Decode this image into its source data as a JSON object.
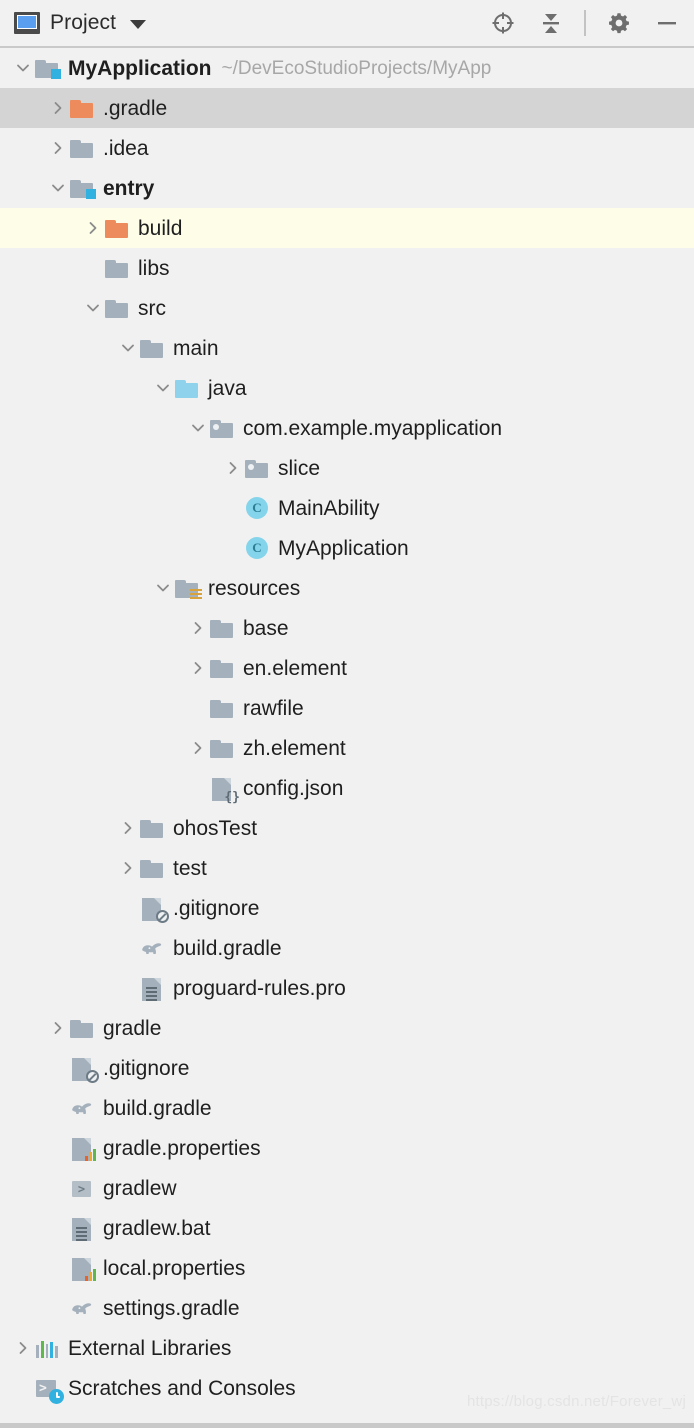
{
  "window": {
    "title": "Project",
    "title_icon": "project-window-icon",
    "dropdown_icon": "chevron-down-icon",
    "toolbar_buttons": [
      {
        "name": "select-opened-file-icon",
        "label": "Select Opened File"
      },
      {
        "name": "collapse-all-icon",
        "label": "Collapse All"
      },
      {
        "name": "settings-gear-icon",
        "label": "Settings"
      },
      {
        "name": "hide-icon",
        "label": "Hide"
      }
    ]
  },
  "tree": [
    {
      "indent": 0,
      "arrow": "down",
      "icon": "module-folder-icon",
      "label": "MyApplication",
      "bold": true,
      "path": "~/DevEcoStudioProjects/MyApp",
      "state": "none"
    },
    {
      "indent": 1,
      "arrow": "right",
      "icon": "folder-orange-icon",
      "label": ".gradle",
      "bold": false,
      "path": "",
      "state": "selected-gray"
    },
    {
      "indent": 1,
      "arrow": "right",
      "icon": "folder-icon",
      "label": ".idea",
      "bold": false,
      "path": "",
      "state": "none"
    },
    {
      "indent": 1,
      "arrow": "down",
      "icon": "module-folder-icon",
      "label": "entry",
      "bold": true,
      "path": "",
      "state": "none"
    },
    {
      "indent": 2,
      "arrow": "right",
      "icon": "folder-orange-icon",
      "label": "build",
      "bold": false,
      "path": "",
      "state": "highlight-yellow"
    },
    {
      "indent": 2,
      "arrow": "none",
      "icon": "folder-icon",
      "label": "libs",
      "bold": false,
      "path": "",
      "state": "none"
    },
    {
      "indent": 2,
      "arrow": "down",
      "icon": "folder-icon",
      "label": "src",
      "bold": false,
      "path": "",
      "state": "none"
    },
    {
      "indent": 3,
      "arrow": "down",
      "icon": "folder-icon",
      "label": "main",
      "bold": false,
      "path": "",
      "state": "none"
    },
    {
      "indent": 4,
      "arrow": "down",
      "icon": "folder-source-icon",
      "label": "java",
      "bold": false,
      "path": "",
      "state": "none"
    },
    {
      "indent": 5,
      "arrow": "down",
      "icon": "package-folder-icon",
      "label": "com.example.myapplication",
      "bold": false,
      "path": "",
      "state": "none"
    },
    {
      "indent": 6,
      "arrow": "right",
      "icon": "package-folder-icon",
      "label": "slice",
      "bold": false,
      "path": "",
      "state": "none"
    },
    {
      "indent": 6,
      "arrow": "none",
      "icon": "java-class-icon",
      "label": "MainAbility",
      "bold": false,
      "path": "",
      "state": "none"
    },
    {
      "indent": 6,
      "arrow": "none",
      "icon": "java-class-icon",
      "label": "MyApplication",
      "bold": false,
      "path": "",
      "state": "none"
    },
    {
      "indent": 4,
      "arrow": "down",
      "icon": "resources-folder-icon",
      "label": "resources",
      "bold": false,
      "path": "",
      "state": "none"
    },
    {
      "indent": 5,
      "arrow": "right",
      "icon": "folder-icon",
      "label": "base",
      "bold": false,
      "path": "",
      "state": "none"
    },
    {
      "indent": 5,
      "arrow": "right",
      "icon": "folder-icon",
      "label": "en.element",
      "bold": false,
      "path": "",
      "state": "none"
    },
    {
      "indent": 5,
      "arrow": "none",
      "icon": "folder-icon",
      "label": "rawfile",
      "bold": false,
      "path": "",
      "state": "none"
    },
    {
      "indent": 5,
      "arrow": "right",
      "icon": "folder-icon",
      "label": "zh.element",
      "bold": false,
      "path": "",
      "state": "none"
    },
    {
      "indent": 5,
      "arrow": "none",
      "icon": "json-file-icon",
      "label": "config.json",
      "bold": false,
      "path": "",
      "state": "none"
    },
    {
      "indent": 3,
      "arrow": "right",
      "icon": "folder-icon",
      "label": "ohosTest",
      "bold": false,
      "path": "",
      "state": "none"
    },
    {
      "indent": 3,
      "arrow": "right",
      "icon": "folder-icon",
      "label": "test",
      "bold": false,
      "path": "",
      "state": "none"
    },
    {
      "indent": 3,
      "arrow": "none",
      "icon": "gitignore-file-icon",
      "label": ".gitignore",
      "bold": false,
      "path": "",
      "state": "none"
    },
    {
      "indent": 3,
      "arrow": "none",
      "icon": "gradle-file-icon",
      "label": "build.gradle",
      "bold": false,
      "path": "",
      "state": "none"
    },
    {
      "indent": 3,
      "arrow": "none",
      "icon": "text-file-icon",
      "label": "proguard-rules.pro",
      "bold": false,
      "path": "",
      "state": "none"
    },
    {
      "indent": 1,
      "arrow": "right",
      "icon": "folder-icon",
      "label": "gradle",
      "bold": false,
      "path": "",
      "state": "none"
    },
    {
      "indent": 1,
      "arrow": "none",
      "icon": "gitignore-file-icon",
      "label": ".gitignore",
      "bold": false,
      "path": "",
      "state": "none"
    },
    {
      "indent": 1,
      "arrow": "none",
      "icon": "gradle-file-icon",
      "label": "build.gradle",
      "bold": false,
      "path": "",
      "state": "none"
    },
    {
      "indent": 1,
      "arrow": "none",
      "icon": "properties-file-icon",
      "label": "gradle.properties",
      "bold": false,
      "path": "",
      "state": "none"
    },
    {
      "indent": 1,
      "arrow": "none",
      "icon": "executable-file-icon",
      "label": "gradlew",
      "bold": false,
      "path": "",
      "state": "none"
    },
    {
      "indent": 1,
      "arrow": "none",
      "icon": "text-file-icon",
      "label": "gradlew.bat",
      "bold": false,
      "path": "",
      "state": "none"
    },
    {
      "indent": 1,
      "arrow": "none",
      "icon": "properties-file-icon",
      "label": "local.properties",
      "bold": false,
      "path": "",
      "state": "none"
    },
    {
      "indent": 1,
      "arrow": "none",
      "icon": "gradle-file-icon",
      "label": "settings.gradle",
      "bold": false,
      "path": "",
      "state": "none"
    },
    {
      "indent": 0,
      "arrow": "right",
      "icon": "external-libraries-icon",
      "label": "External Libraries",
      "bold": false,
      "path": "",
      "state": "none"
    },
    {
      "indent": 0,
      "arrow": "none",
      "icon": "scratches-console-icon",
      "label": "Scratches and Consoles",
      "bold": false,
      "path": "",
      "state": "none"
    }
  ],
  "watermark": "https://blog.csdn.net/Forever_wj",
  "colors": {
    "background": "#f1f1f1",
    "selection_gray": "#d4d4d4",
    "highlight_yellow": "#fdfde8",
    "folder_gray": "#a4b0bb",
    "folder_orange": "#ee8b5c",
    "folder_source_blue": "#8ed2ec",
    "module_badge_blue": "#31b1e0",
    "class_icon_blue": "#84d4ec",
    "text": "#1f1f1f",
    "path_text": "#a7a7a7"
  }
}
